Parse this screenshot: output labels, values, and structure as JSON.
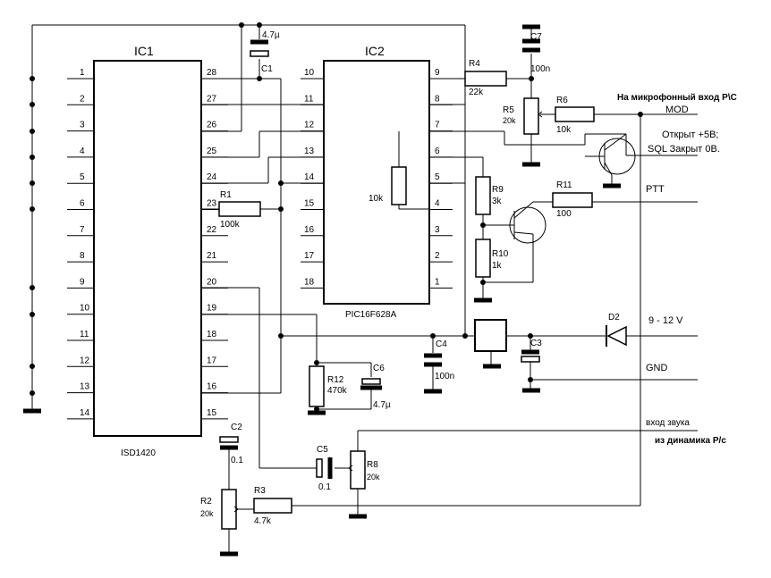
{
  "chips": {
    "ic1": {
      "title": "IC1",
      "part": "ISD1420",
      "pins_left": [
        "1",
        "2",
        "3",
        "4",
        "5",
        "6",
        "7",
        "8",
        "9",
        "10",
        "11",
        "12",
        "13",
        "14"
      ],
      "pins_right": [
        "28",
        "27",
        "26",
        "25",
        "24",
        "23",
        "22",
        "21",
        "20",
        "19",
        "18",
        "17",
        "16",
        "15"
      ]
    },
    "ic2": {
      "title": "IC2",
      "part": "PIC16F628A",
      "pins_left": [
        "10",
        "11",
        "12",
        "13",
        "14",
        "15",
        "16",
        "17",
        "18"
      ],
      "pins_right": [
        "9",
        "8",
        "7",
        "6",
        "5",
        "4",
        "3",
        "2",
        "1"
      ]
    }
  },
  "parts": {
    "c1": {
      "ref": "C1",
      "value": "4.7µ"
    },
    "c2": {
      "ref": "C2",
      "value": "0.1"
    },
    "c3": {
      "ref": "C3"
    },
    "c4": {
      "ref": "C4",
      "value": "100n"
    },
    "c5": {
      "ref": "C5",
      "value": "0.1"
    },
    "c6": {
      "ref": "C6",
      "value": "4.7µ"
    },
    "c7": {
      "ref": "C7",
      "value": "100n"
    },
    "r1": {
      "ref": "R1",
      "value": "100k"
    },
    "r2": {
      "ref": "R2",
      "value": "20k"
    },
    "r3": {
      "ref": "R3",
      "value": "4.7k"
    },
    "r4": {
      "ref": "R4",
      "value": "22k"
    },
    "r5": {
      "ref": "R5",
      "value": "20k"
    },
    "r6": {
      "ref": "R6",
      "value": "10k"
    },
    "r8": {
      "ref": "R8",
      "value": "20k"
    },
    "r9": {
      "ref": "R9",
      "value": "3k"
    },
    "r10": {
      "ref": "R10",
      "value": "1k"
    },
    "r11": {
      "ref": "R11",
      "value": "100"
    },
    "r12": {
      "ref": "R12",
      "value": "470k"
    },
    "rx": {
      "value": "10k"
    },
    "d2": {
      "ref": "D2"
    }
  },
  "labels": {
    "mic_in": "На микрофонный вход Р\\С",
    "mod": "MOD",
    "open": "Открыт +5В;",
    "sql": "SQL Закрыт 0В.",
    "ptt": "PTT",
    "power": "9 - 12 V",
    "gnd": "GND",
    "audio_in": "вход звука",
    "speaker": "из динамика Р/с"
  }
}
